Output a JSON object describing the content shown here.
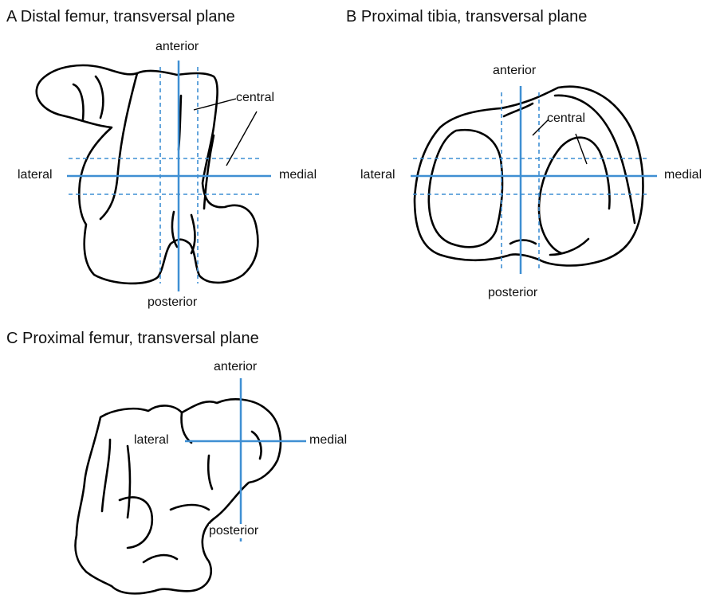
{
  "panels": [
    {
      "title": "A Distal femur, transversal plane",
      "labels": {
        "anterior": "anterior",
        "posterior": "posterior",
        "lateral": "lateral",
        "medial": "medial",
        "central": "central"
      }
    },
    {
      "title": "B Proximal tibia, transversal plane",
      "labels": {
        "anterior": "anterior",
        "posterior": "posterior",
        "lateral": "lateral",
        "medial": "medial",
        "central": "central"
      }
    },
    {
      "title": "C Proximal femur, transversal plane",
      "labels": {
        "anterior": "anterior",
        "posterior": "posterior",
        "lateral": "lateral",
        "medial": "medial"
      }
    }
  ],
  "colors": {
    "axis": "#3f8fd3",
    "outline": "#000000"
  }
}
